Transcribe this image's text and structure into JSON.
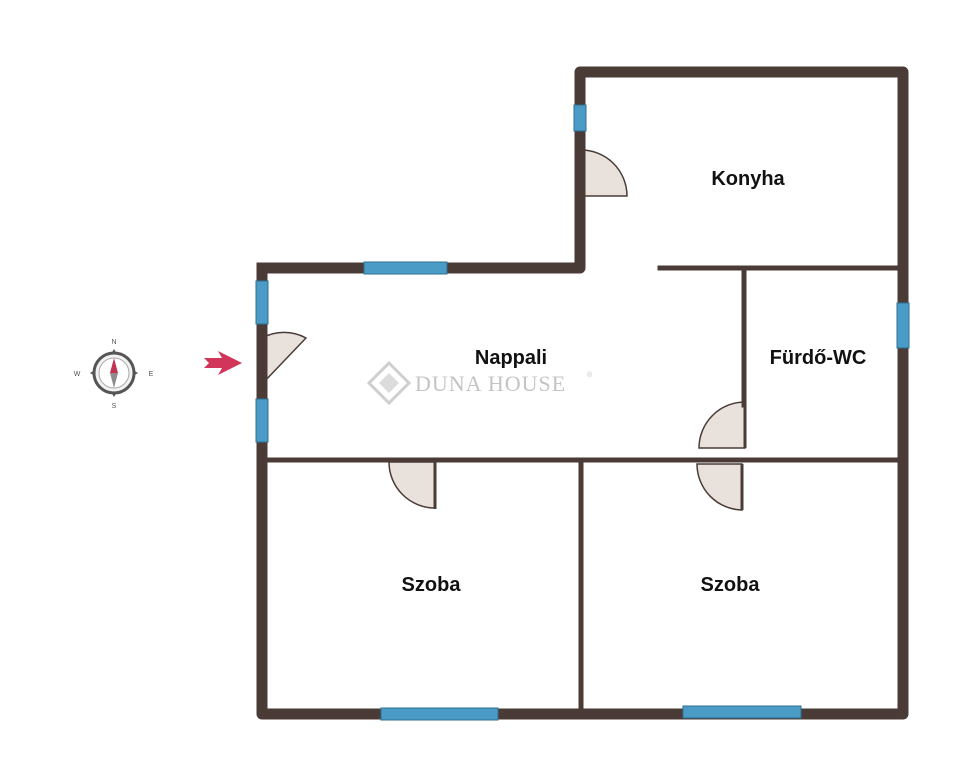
{
  "rooms": {
    "kitchen": "Konyha",
    "living": "Nappali",
    "bathroom": "Fürdő-WC",
    "bedroom_left": "Szoba",
    "bedroom_right": "Szoba"
  },
  "watermark": {
    "text": "DUNA HOUSE",
    "registered": "®"
  },
  "compass": {
    "north": "N",
    "south": "S",
    "east": "E",
    "west": "W"
  },
  "colors": {
    "wall": "#4a3b36",
    "window": "#4a9bc6",
    "door_fill": "#e8e1dc",
    "entrance_arrow": "#d2355a",
    "compass_needle": "#c2334f"
  },
  "icons": {
    "entrance": "entrance-arrow-icon",
    "compass": "compass-icon",
    "watermark": "duna-house-logo-icon"
  }
}
